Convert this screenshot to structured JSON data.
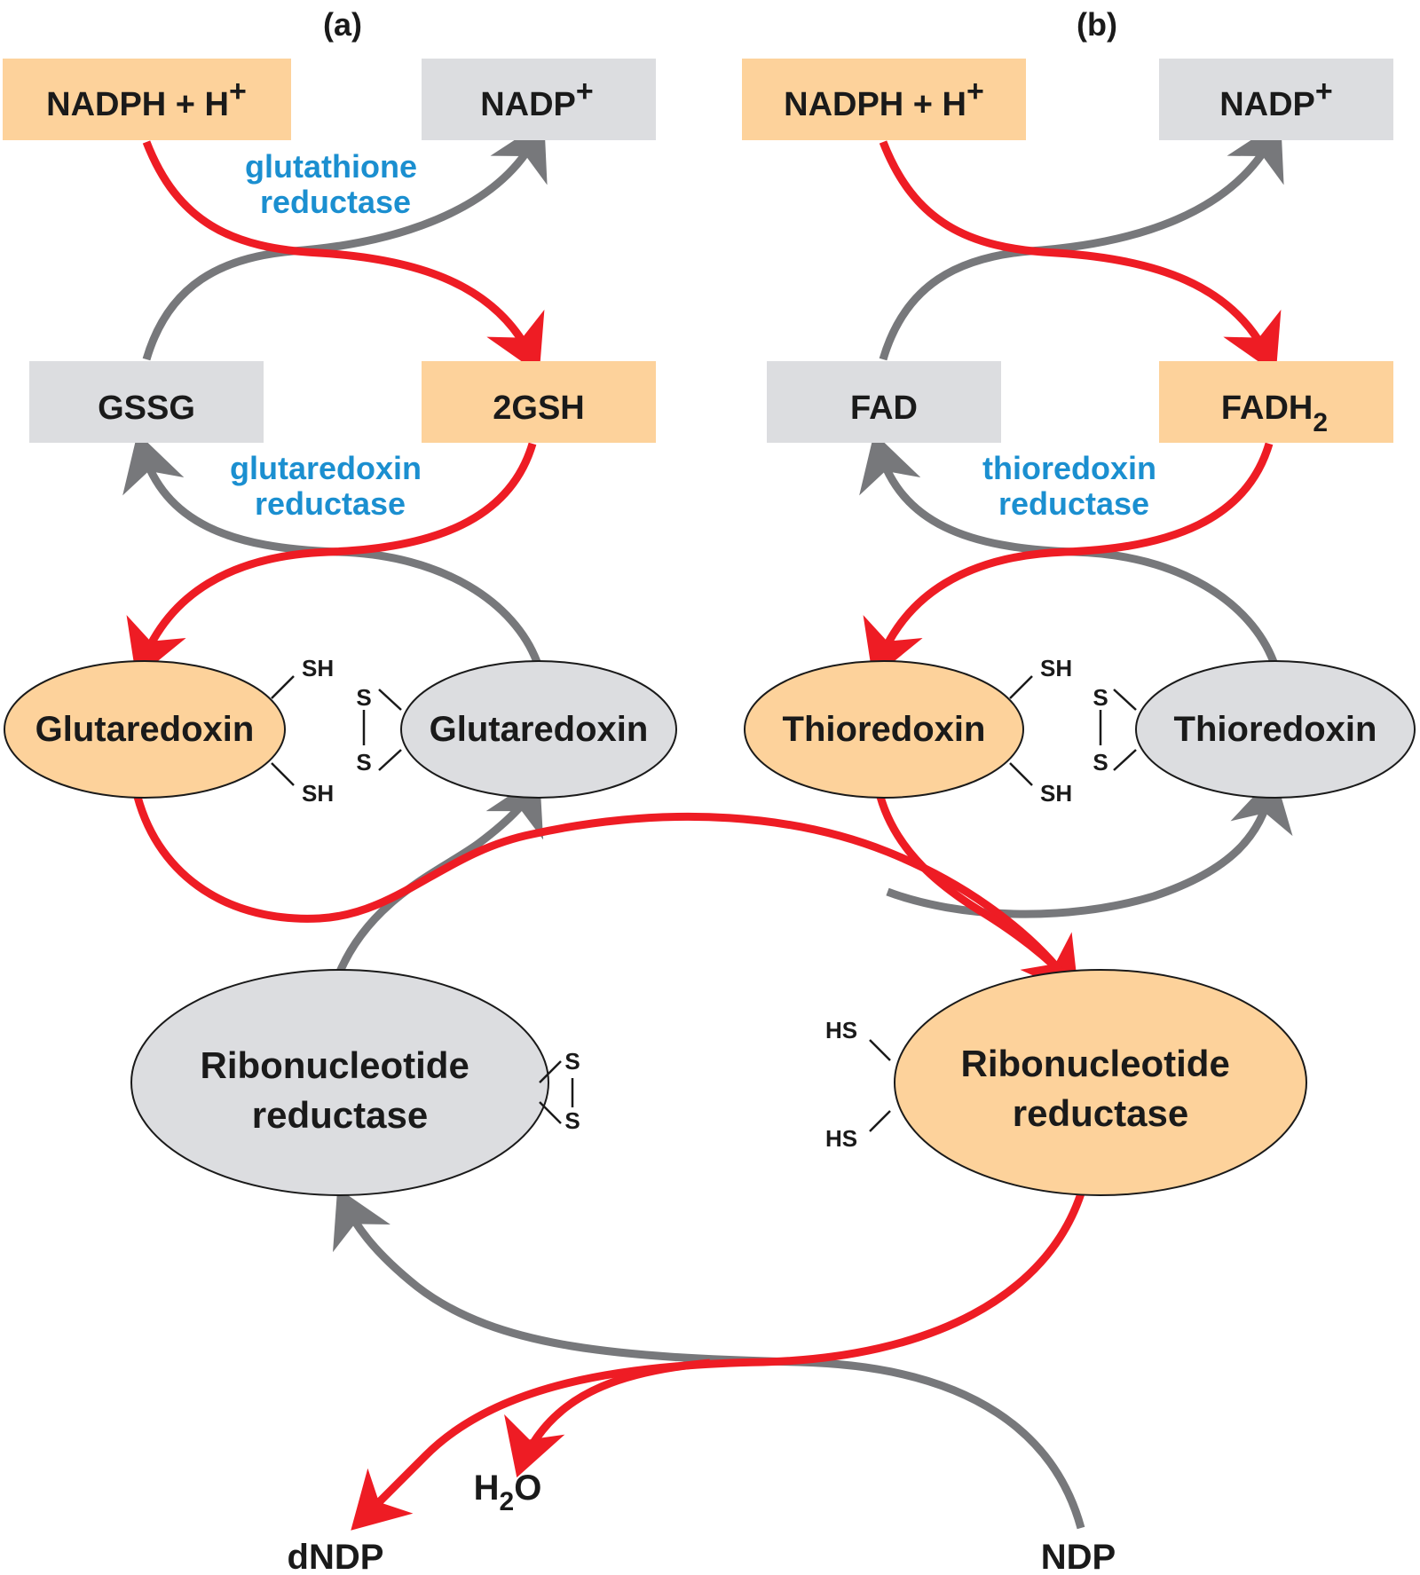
{
  "colors": {
    "reduced_fill": "#fdd29b",
    "oxidized_fill": "#dcdde0",
    "electron_flow": "#ee1c24",
    "cycle_gray": "#77787b",
    "enzyme_text": "#1b8fd0",
    "text": "#1a1a1a"
  },
  "panels": {
    "a": {
      "label": "(a)",
      "nadph": {
        "main": "NADPH + H",
        "sup": "+"
      },
      "nadp": {
        "main": "NADP",
        "sup": "+"
      },
      "enzyme1": [
        "glutathione",
        "reductase"
      ],
      "oxidized": "GSSG",
      "reduced": "2GSH",
      "enzyme2": [
        "glutaredoxin",
        "reductase"
      ],
      "protein_reduced": "Glutaredoxin",
      "protein_oxidized": "Glutaredoxin",
      "sh_top": "SH",
      "sh_bottom": "SH",
      "s_top": "S",
      "s_bottom": "S"
    },
    "b": {
      "label": "(b)",
      "nadph": {
        "main": "NADPH + H",
        "sup": "+"
      },
      "nadp": {
        "main": "NADP",
        "sup": "+"
      },
      "oxidized": "FAD",
      "reduced": {
        "main": "FADH",
        "sub": "2"
      },
      "enzyme2": [
        "thioredoxin",
        "reductase"
      ],
      "protein_reduced": "Thioredoxin",
      "protein_oxidized": "Thioredoxin",
      "sh_top": "SH",
      "sh_bottom": "SH",
      "s_top": "S",
      "s_bottom": "S"
    }
  },
  "rnr": {
    "oxidized": [
      "Ribonucleotide",
      "reductase"
    ],
    "reduced": [
      "Ribonucleotide",
      "reductase"
    ],
    "s_top": "S",
    "s_bottom": "S",
    "hs_top": "HS",
    "hs_bottom": "HS"
  },
  "products": {
    "dndp": "dNDP",
    "water": {
      "main": "H",
      "sub": "2",
      "tail": "O"
    },
    "ndp": "NDP"
  }
}
